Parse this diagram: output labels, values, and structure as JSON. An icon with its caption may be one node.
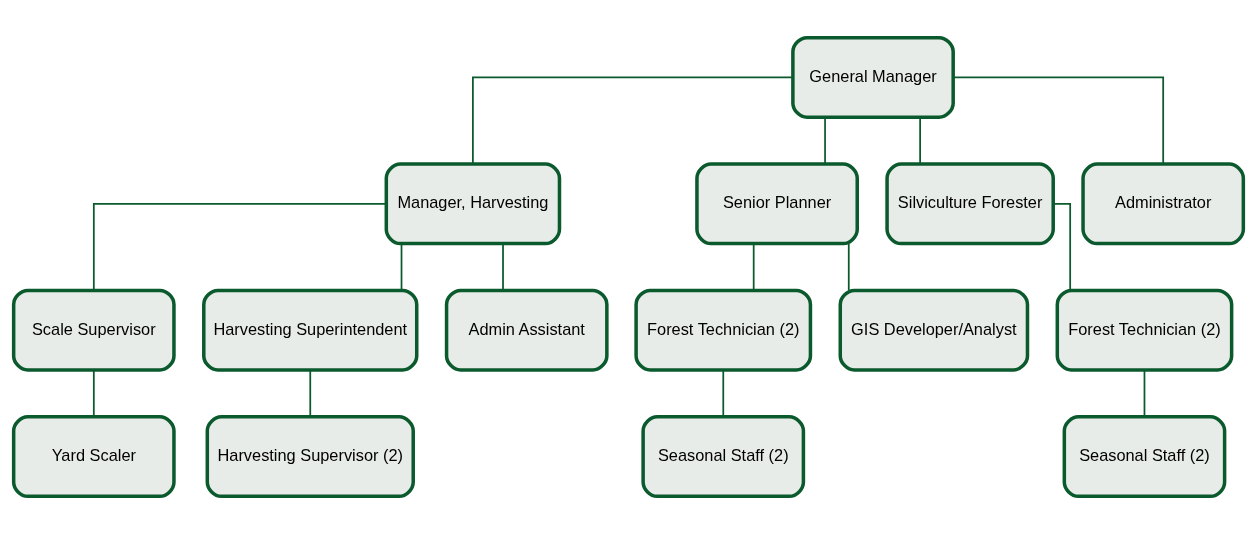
{
  "diagram": {
    "nodes": [
      {
        "text": [
          "General Manager"
        ]
      },
      {
        "text": [
          "Manager, Harvesting"
        ]
      },
      {
        "text": [
          "Senior Planner"
        ]
      },
      {
        "text": [
          "Silviculture Forester"
        ]
      },
      {
        "text": [
          "Administrator"
        ]
      },
      {
        "text": [
          "Scale Supervisor"
        ]
      },
      {
        "text": [
          "Harvesting Superintendent"
        ]
      },
      {
        "text": [
          "Admin Assistant"
        ]
      },
      {
        "text": [
          "Forest Technician (2)"
        ]
      },
      {
        "text": [
          "GIS Developer/Analyst"
        ]
      },
      {
        "text": [
          "Forest Technician (2)"
        ]
      },
      {
        "text": [
          "Yard Scaler"
        ]
      },
      {
        "text": [
          "Harvesting Supervisor (2)"
        ]
      },
      {
        "text": [
          "Seasonal Staff (2)"
        ]
      },
      {
        "text": [
          "Seasonal Staff (2)"
        ]
      }
    ],
    "edges": [
      {
        "from": 0,
        "to": 1,
        "arrow": "none"
      },
      {
        "from": 0,
        "to": 2,
        "arrow": "none"
      },
      {
        "from": 0,
        "to": 3,
        "arrow": "none"
      },
      {
        "from": 0,
        "to": 4,
        "arrow": "none"
      },
      {
        "from": 1,
        "to": 5,
        "arrow": "none"
      },
      {
        "from": 1,
        "to": 6,
        "arrow": "none"
      },
      {
        "from": 1,
        "to": 7,
        "arrow": "none"
      },
      {
        "from": 2,
        "to": 8,
        "arrow": "none"
      },
      {
        "from": 2,
        "to": 9,
        "arrow": "none"
      },
      {
        "from": 3,
        "to": 10,
        "arrow": "none"
      },
      {
        "from": 5,
        "to": 11,
        "arrow": "none"
      },
      {
        "from": 6,
        "to": 12,
        "arrow": "none"
      },
      {
        "from": 8,
        "to": 13,
        "arrow": "none"
      },
      {
        "from": 10,
        "to": 14,
        "arrow": "none"
      }
    ]
  }
}
